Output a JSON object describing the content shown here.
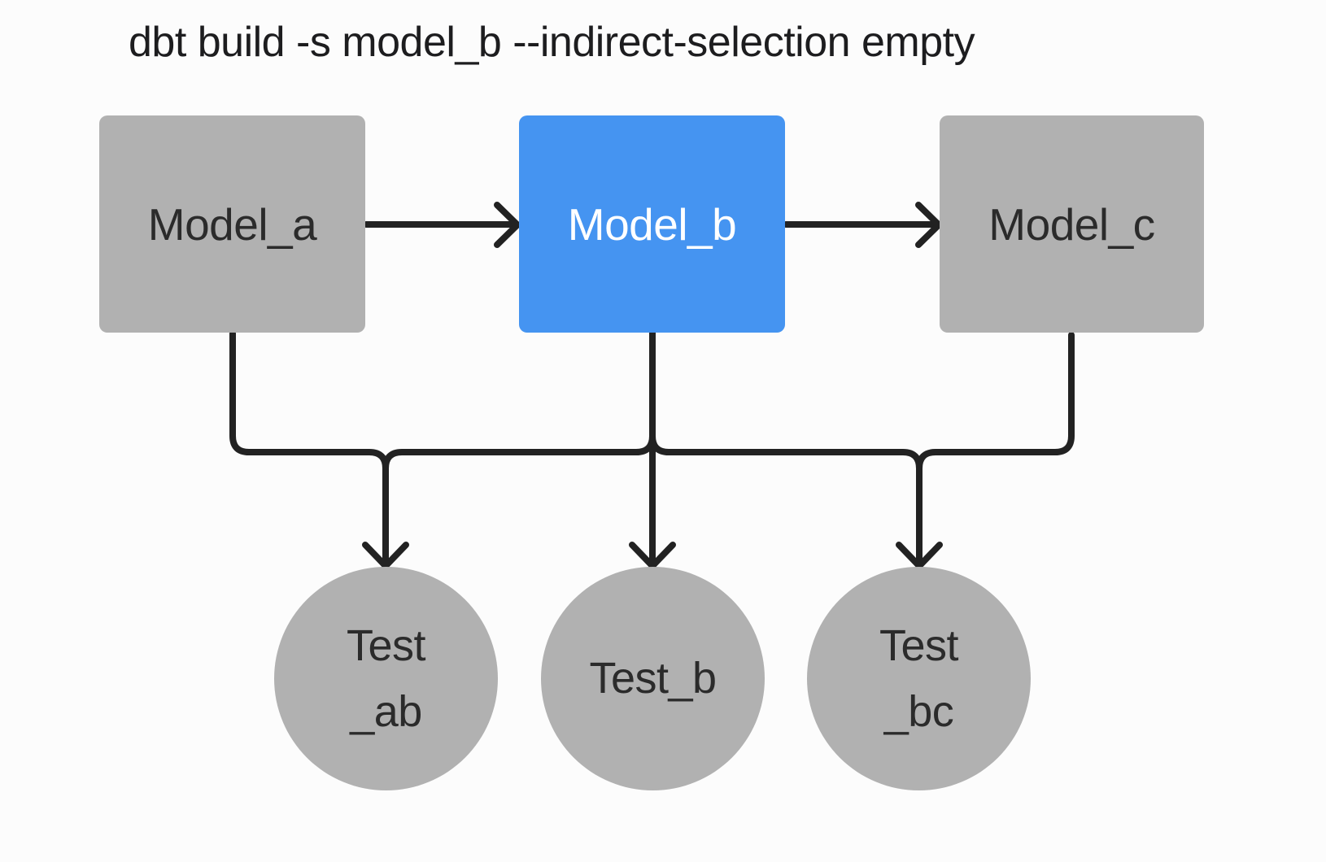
{
  "title": {
    "text": "dbt build -s model_b --indirect-selection empty"
  },
  "diagram": {
    "models": [
      {
        "id": "model_a",
        "label": "Model_a",
        "selected": false
      },
      {
        "id": "model_b",
        "label": "Model_b",
        "selected": true
      },
      {
        "id": "model_c",
        "label": "Model_c",
        "selected": false
      }
    ],
    "tests": [
      {
        "id": "test_ab",
        "line1": "Test",
        "line2": "_ab"
      },
      {
        "id": "test_b",
        "line1": "Test_b",
        "line2": ""
      },
      {
        "id": "test_bc",
        "line1": "Test",
        "line2": "_bc"
      }
    ],
    "edges": [
      {
        "from": "model_a",
        "to": "model_b"
      },
      {
        "from": "model_b",
        "to": "model_c"
      },
      {
        "from": "model_a",
        "to": "test_ab"
      },
      {
        "from": "model_b",
        "to": "test_ab"
      },
      {
        "from": "model_b",
        "to": "test_b"
      },
      {
        "from": "model_b",
        "to": "test_bc"
      },
      {
        "from": "model_c",
        "to": "test_bc"
      }
    ],
    "colors": {
      "background": "#FCFCFC",
      "node_gray": "#B1B1B1",
      "node_selected_blue": "#4594F1",
      "edge_black": "#222222",
      "label_dark": "#2B2B2B",
      "label_light": "#FFFFFF"
    }
  }
}
